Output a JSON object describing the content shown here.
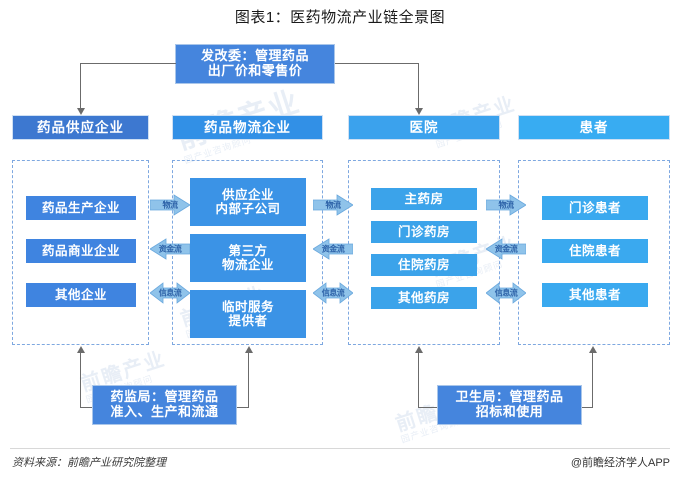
{
  "title": "图表1：医药物流产业链全景图",
  "regulators": {
    "top": "发改委：管理药品出厂价和零售价",
    "top_line1": "发改委：管理药品",
    "top_line2": "出厂价和零售价",
    "bottom_left_line1": "药监局：管理药品",
    "bottom_left_line2": "准入、生产和流通",
    "bottom_right_line1": "卫生局：管理药品",
    "bottom_right_line2": "招标和使用"
  },
  "columns": [
    {
      "header": "药品供应企业",
      "items": [
        {
          "line1": "药品生产企业",
          "line2": ""
        },
        {
          "line1": "药品商业企业",
          "line2": ""
        },
        {
          "line1": "其他企业",
          "line2": ""
        }
      ]
    },
    {
      "header": "药品物流企业",
      "items": [
        {
          "line1": "供应企业",
          "line2": "内部子公司"
        },
        {
          "line1": "第三方",
          "line2": "物流企业"
        },
        {
          "line1": "临时服务",
          "line2": "提供者"
        }
      ]
    },
    {
      "header": "医院",
      "items": [
        {
          "line1": "主药房",
          "line2": ""
        },
        {
          "line1": "门诊药房",
          "line2": ""
        },
        {
          "line1": "住院药房",
          "line2": ""
        },
        {
          "line1": "其他药房",
          "line2": ""
        }
      ]
    },
    {
      "header": "患者",
      "items": [
        {
          "line1": "门诊患者",
          "line2": ""
        },
        {
          "line1": "住院患者",
          "line2": ""
        },
        {
          "line1": "其他患者",
          "line2": ""
        }
      ]
    }
  ],
  "flows": {
    "logistics": "物流",
    "capital": "资金流",
    "information": "信息流"
  },
  "footer": {
    "source": "资料来源：前瞻产业研究院整理",
    "brand": "@前瞻经济学人APP"
  },
  "watermark": {
    "main": "前瞻产业",
    "sub": "园产业咨询顾问"
  },
  "colors": {
    "header_1": "#3d78d0",
    "header_2": "#3290e6",
    "header_3": "#3ba2ed",
    "header_4": "#38acf2",
    "gov_box": "#4585dd",
    "dashed_border": "#7ea8e0",
    "flow_arrow": "#8fc3ea",
    "flow_label": "#2d62a8",
    "connector": "#6b6b6b"
  }
}
